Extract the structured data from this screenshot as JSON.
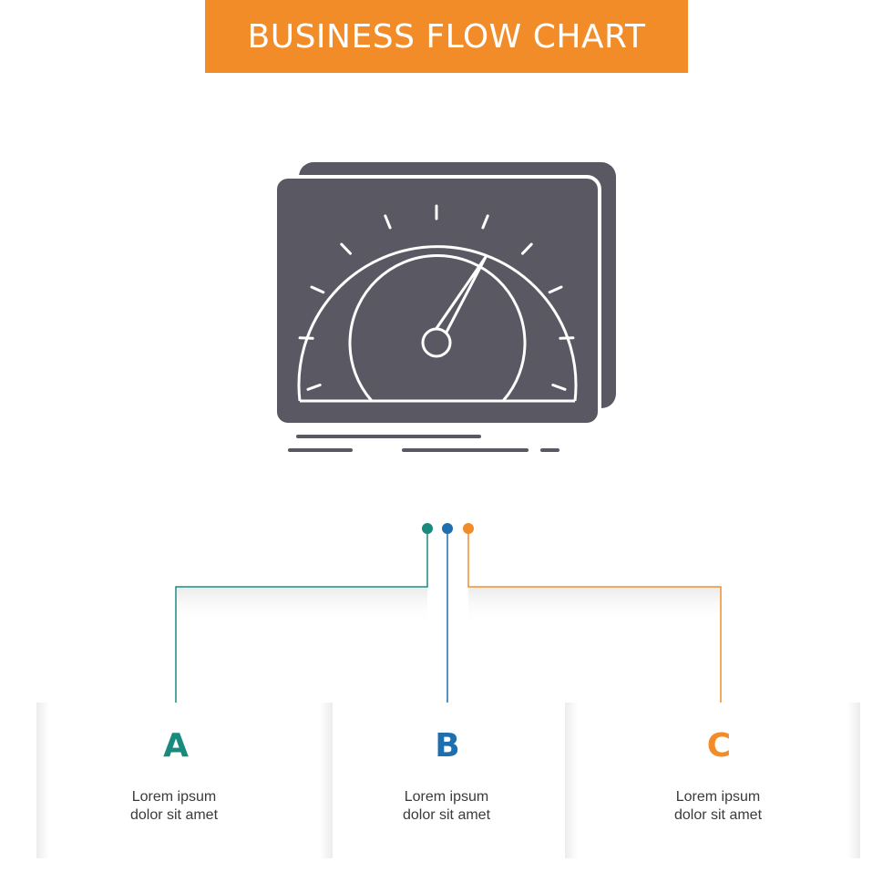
{
  "title": "BUSINESS FLOW CHART",
  "icon": "dashboard-speedometer-icon",
  "colors": {
    "header": "#f28c28",
    "icon": "#5a5862",
    "step_a": "#1a8a7e",
    "step_b": "#1e6fb0",
    "step_c": "#f28c28"
  },
  "steps": [
    {
      "letter": "A",
      "line1": "Lorem ipsum",
      "line2": "dolor sit amet"
    },
    {
      "letter": "B",
      "line1": "Lorem ipsum",
      "line2": "dolor sit amet"
    },
    {
      "letter": "C",
      "line1": "Lorem ipsum",
      "line2": "dolor sit amet"
    }
  ]
}
